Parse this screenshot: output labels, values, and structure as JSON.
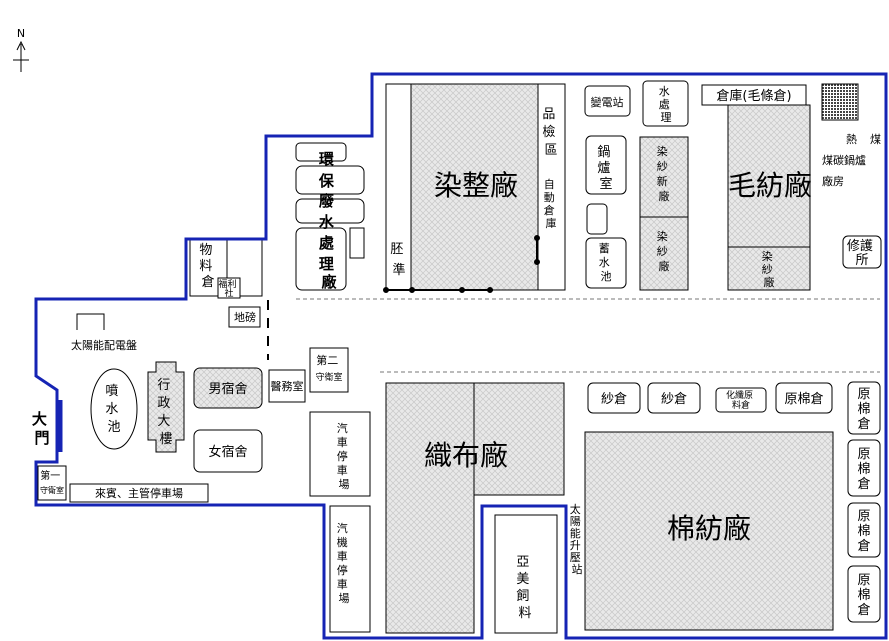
{
  "compass": {
    "label": "N"
  },
  "buildings": {
    "dyeing_finishing": "染整廠",
    "weaving": "織布廠",
    "cotton_spinning": "棉紡廠",
    "wool_spinning": "毛紡廠",
    "qc_area": [
      "品",
      "檢",
      "區"
    ],
    "auto_warehouse": [
      "自",
      "動",
      "倉",
      "庫"
    ],
    "substation": "變電站",
    "water_treatment": [
      "水",
      "處",
      "理"
    ],
    "warehouse_wool": "倉庫(毛條倉)",
    "boiler_room": [
      "鍋",
      "爐",
      "室"
    ],
    "dyed_yarn_new": [
      "染",
      "紗",
      "新",
      "廠"
    ],
    "dyed_yarn": [
      "染",
      "紗",
      "廠"
    ],
    "dyed_yarn_small": [
      "染",
      "紗",
      "廠"
    ],
    "storage_pool": [
      "蓄",
      "水",
      "池"
    ],
    "coal_boiler": [
      "熱",
      "煤",
      "煤碳鍋爐",
      "廠房"
    ],
    "repair_shop": [
      "修護",
      "所"
    ],
    "env_treatment": [
      "環",
      "保",
      "廢",
      "水",
      "處",
      "理",
      "廠"
    ],
    "embryo": [
      "胚",
      "準"
    ],
    "material_warehouse": [
      "物",
      "料",
      "倉"
    ],
    "welfare": [
      "福利",
      "社"
    ],
    "weighbridge": "地磅",
    "solar_panel": "太陽能配電盤",
    "fountain": [
      "噴",
      "水",
      "池"
    ],
    "admin": [
      "行",
      "政",
      "大",
      "樓"
    ],
    "male_dorm": "男宿舍",
    "female_dorm": "女宿舍",
    "clinic": "醫務室",
    "guard2": [
      "第二",
      "守衛室"
    ],
    "guard1": [
      "第一",
      "守衛室"
    ],
    "main_gate": [
      "大",
      "門"
    ],
    "vip_parking": "來賓、主管停車場",
    "car_parking": [
      "汽",
      "車",
      "停",
      "車",
      "場"
    ],
    "moto_parking": [
      "汽",
      "機",
      "車",
      "停",
      "車",
      "場"
    ],
    "yarn_wh1": "紗倉",
    "yarn_wh2": "紗倉",
    "raw_material_wh": [
      "化纖原",
      "料倉"
    ],
    "cotton_wh_top": "原棉倉",
    "cotton_wh_side": [
      "原",
      "棉",
      "倉"
    ],
    "solar_station": [
      "太",
      "陽",
      "能",
      "升",
      "壓",
      "站"
    ],
    "feed_plant": [
      "亞",
      "美",
      "飼",
      "料"
    ]
  }
}
